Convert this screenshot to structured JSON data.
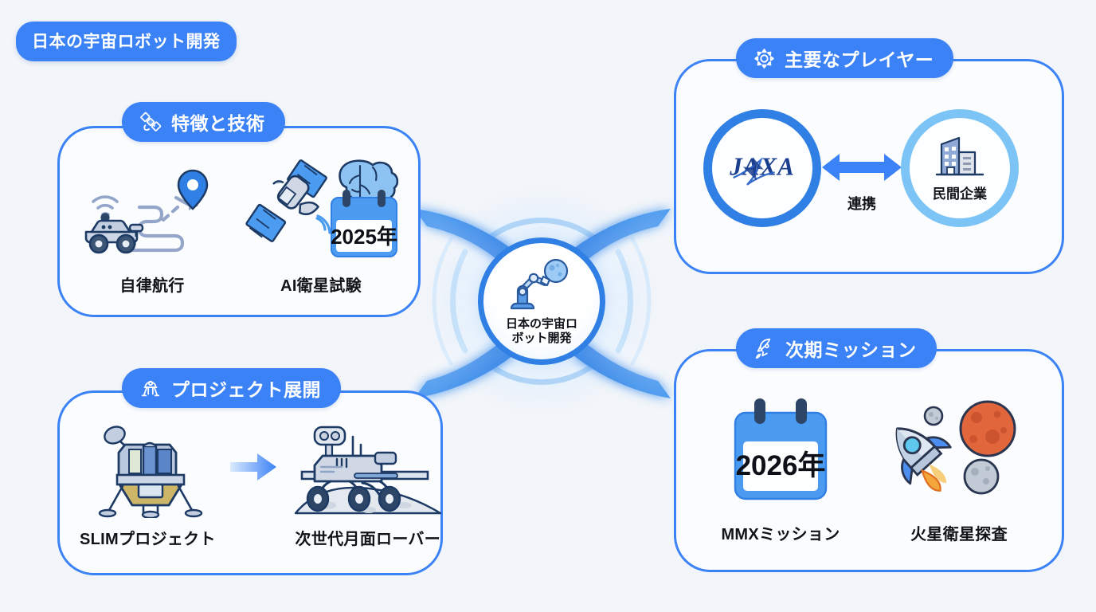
{
  "page": {
    "title_badge": "日本の宇宙ロボット開発",
    "background_color": "#f2f5f9",
    "accent_color": "#3b82f6",
    "accent_dark": "#2f7fe4",
    "accent_light": "#7cc4f5"
  },
  "hub": {
    "label_line1": "日本の宇宙ロ",
    "label_line2": "ボット開発",
    "icon": "robot-arm-moon-icon"
  },
  "cards": {
    "features": {
      "pill_label": "特徴と技術",
      "pill_icon": "satellite-icon",
      "items": [
        {
          "caption": "自律航行",
          "icon": "rover-navigation-icon"
        },
        {
          "caption": "AI衛星試験",
          "icon": "ai-satellite-calendar-icon",
          "calendar_year": "2025年"
        }
      ]
    },
    "projects": {
      "pill_label": "プロジェクト展開",
      "pill_icon": "lunar-lander-icon",
      "items": [
        {
          "caption": "SLIMプロジェクト",
          "icon": "slim-lander-icon"
        },
        {
          "caption": "次世代月面ローバー",
          "icon": "lunar-rover-icon"
        }
      ],
      "connector_icon": "arrow-right-icon"
    },
    "players": {
      "pill_label": "主要なプレイヤー",
      "pill_icon": "gear-icon",
      "left_node": {
        "label": "JAXA",
        "icon": "jaxa-logo"
      },
      "right_node": {
        "label": "民間企業",
        "icon": "office-buildings-icon"
      },
      "link_label": "連携",
      "link_icon": "double-arrow-icon"
    },
    "missions": {
      "pill_label": "次期ミッション",
      "pill_icon": "rocket-icon",
      "items": [
        {
          "caption": "MMXミッション",
          "icon": "calendar-icon",
          "calendar_year": "2026年"
        },
        {
          "caption": "火星衛星探査",
          "icon": "rocket-mars-moons-icon"
        }
      ]
    }
  }
}
